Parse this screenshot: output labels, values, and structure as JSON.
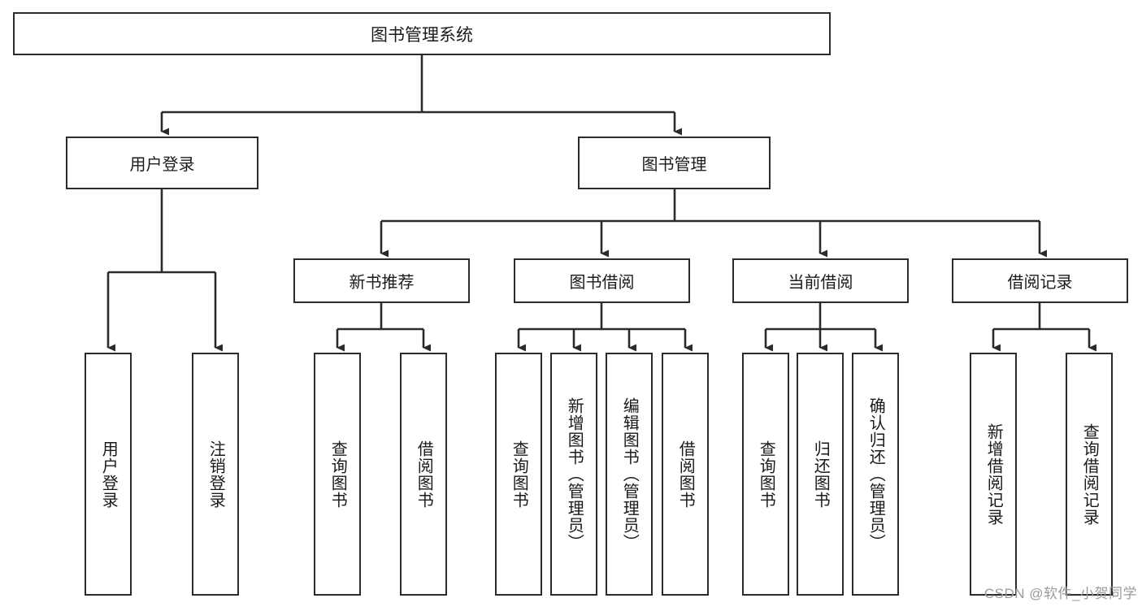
{
  "diagram": {
    "type": "tree-hierarchy",
    "title": "图书管理系统",
    "watermark": "CSDN @软件_小贺同学",
    "colors": {
      "stroke": "#2b2b2b",
      "fill": "#ffffff",
      "text": "#1a1a1a",
      "watermark": "#9b9b9b"
    },
    "nodes": {
      "root": {
        "label": "图书管理系统"
      },
      "level2": [
        {
          "id": "user-login",
          "label": "用户登录"
        },
        {
          "id": "book-management",
          "label": "图书管理"
        }
      ],
      "level3": [
        {
          "id": "new-book-recommend",
          "label": "新书推荐",
          "parent": "book-management"
        },
        {
          "id": "book-borrow",
          "label": "图书借阅",
          "parent": "book-management"
        },
        {
          "id": "current-borrow",
          "label": "当前借阅",
          "parent": "book-management"
        },
        {
          "id": "borrow-record",
          "label": "借阅记录",
          "parent": "book-management"
        }
      ],
      "leaves": [
        {
          "id": "leaf-user-login",
          "label": "用户登录",
          "parent": "user-login"
        },
        {
          "id": "leaf-logout",
          "label": "注销登录",
          "parent": "user-login"
        },
        {
          "id": "leaf-query-book-1",
          "label": "查询图书",
          "parent": "new-book-recommend"
        },
        {
          "id": "leaf-borrow-book-1",
          "label": "借阅图书",
          "parent": "new-book-recommend"
        },
        {
          "id": "leaf-query-book-2",
          "label": "查询图书",
          "parent": "book-borrow"
        },
        {
          "id": "leaf-add-book",
          "label": "新增图书（管理员）",
          "parent": "book-borrow"
        },
        {
          "id": "leaf-edit-book",
          "label": "编辑图书（管理员）",
          "parent": "book-borrow"
        },
        {
          "id": "leaf-borrow-book-2",
          "label": "借阅图书",
          "parent": "book-borrow"
        },
        {
          "id": "leaf-query-book-3",
          "label": "查询图书",
          "parent": "current-borrow"
        },
        {
          "id": "leaf-return-book",
          "label": "归还图书",
          "parent": "current-borrow"
        },
        {
          "id": "leaf-confirm-return",
          "label": "确认归还（管理员）",
          "parent": "current-borrow"
        },
        {
          "id": "leaf-add-record",
          "label": "新增借阅记录",
          "parent": "borrow-record"
        },
        {
          "id": "leaf-query-record",
          "label": "查询借阅记录",
          "parent": "borrow-record"
        }
      ]
    }
  }
}
